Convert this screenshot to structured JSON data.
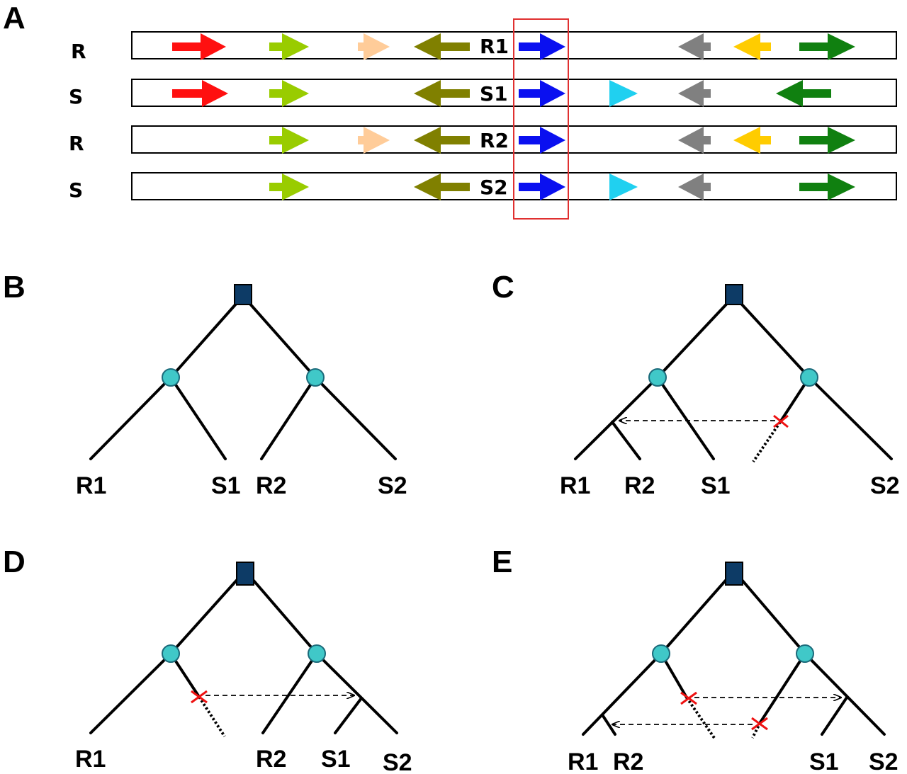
{
  "panels": {
    "a": "A",
    "b": "B",
    "c": "C",
    "d": "D",
    "e": "E"
  },
  "genomes": {
    "rows": [
      {
        "label": "R",
        "gene": "R1"
      },
      {
        "label": "S",
        "gene": "S1"
      },
      {
        "label": "R",
        "gene": "R2"
      },
      {
        "label": "S",
        "gene": "S2"
      }
    ],
    "highlight_color": "#e03030"
  },
  "gene_colors": {
    "red": "#ff1010",
    "light_green": "#99cc00",
    "peach": "#ffcc99",
    "olive": "#808000",
    "blue": "#0a10f0",
    "cyan": "#20d0f0",
    "gray": "#808080",
    "yellow": "#ffcc00",
    "green": "#108010"
  },
  "trees": {
    "b": {
      "leaves": [
        "R1",
        "S1",
        "R2",
        "S2"
      ]
    },
    "c": {
      "leaves": [
        "R1",
        "R2",
        "S1",
        "S2"
      ]
    },
    "d": {
      "leaves": [
        "R1",
        "R2",
        "S1",
        "S2"
      ]
    },
    "e": {
      "leaves": [
        "R1",
        "R2",
        "S1",
        "S2"
      ]
    }
  }
}
